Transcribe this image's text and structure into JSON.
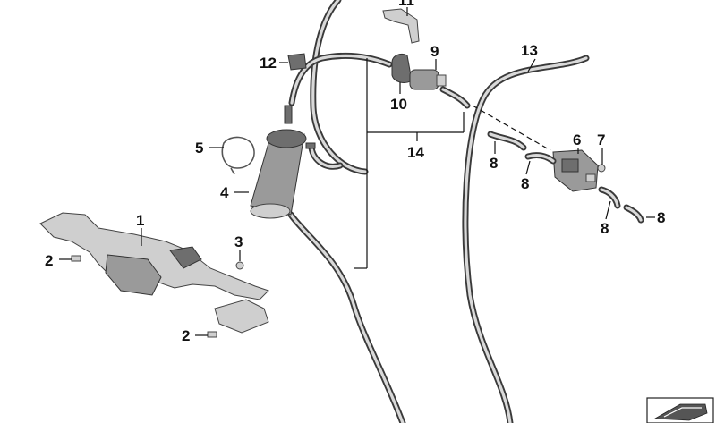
{
  "callouts": {
    "c1": "1",
    "c2a": "2",
    "c2b": "2",
    "c3": "3",
    "c4": "4",
    "c5": "5",
    "c6": "6",
    "c7": "7",
    "c8a": "8",
    "c8b": "8",
    "c8c": "8",
    "c8d": "8",
    "c9": "9",
    "c10": "10",
    "c11": "11",
    "c12": "12",
    "c13": "13",
    "c14": "14"
  },
  "colors": {
    "line": "#111111",
    "hose": "#3a3a3a",
    "part_dark": "#6e6e6e",
    "part_light": "#cfcfcf"
  },
  "icons": {
    "corner_badge": "car-interior-icon"
  }
}
